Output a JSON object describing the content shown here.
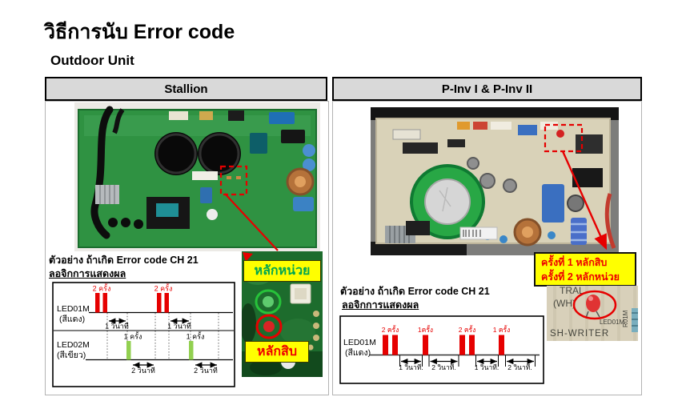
{
  "slide": {
    "title": "วิธีการนับ Error code",
    "subtitle": "Outdoor Unit"
  },
  "columns": {
    "stallion": {
      "header": "Stallion",
      "example": "ตัวอย่าง  ถ้าเกิด Error code CH 21",
      "logic_label": "ลอจิกการแสดงผล",
      "unit_tag": "หลักหน่วย",
      "tens_tag": "หลักสิบ",
      "diagram": {
        "led1_name": "LED01M",
        "led1_color": "(สีแดง)",
        "led2_name": "LED02M",
        "led2_color": "(สีเขียว)",
        "red_count_1": "2 ครั้ง",
        "red_count_2": "2 ครั้ง",
        "green_count_1": "1 ครั้ง",
        "green_count_2": "1 ครั้ง",
        "interval_1s_a": "1 วินาที",
        "interval_1s_b": "1 วินาที",
        "interval_2s_a": "2 วินาที",
        "interval_2s_b": "2 วินาที"
      }
    },
    "pinv": {
      "header": "P-Inv I & P-Inv II",
      "example": "ตัวอย่าง  ถ้าเกิด Error code CH 21",
      "logic_label": "ลอจิกการแสดงผล",
      "callout_line1": "ครั้งที่ 1 หลักสิบ",
      "callout_line2": "ครั้งที่ 2 หลักหน่วย",
      "inset": {
        "board_fragment": "TRAL",
        "wh_label": "(WH)",
        "led_label": "LED01M",
        "rom_label": "R01M",
        "writer_label": "SH-WRITER"
      },
      "diagram": {
        "led1_name": "LED01M",
        "led1_color": "(สีแดง)",
        "count_1": "2 ครั้ง",
        "count_2": "1ครั้ง",
        "count_3": "2 ครั้ง",
        "count_4": "1 ครั้ง",
        "interval_1": "1 วินาที.",
        "interval_2": "2 วินาที.",
        "interval_3": "1 วินาที.",
        "interval_4": "2 วินาที."
      }
    }
  },
  "colors": {
    "header_bg": "#d9d9d9",
    "bar_red": "#e60000",
    "bar_green": "#92d050",
    "tag_yellow": "#ffff00",
    "tag_green_text": "#00a651",
    "tag_red_text": "#ee0000",
    "pcb_green": "#2f9242",
    "pcb_beige": "#d9d2b8"
  }
}
